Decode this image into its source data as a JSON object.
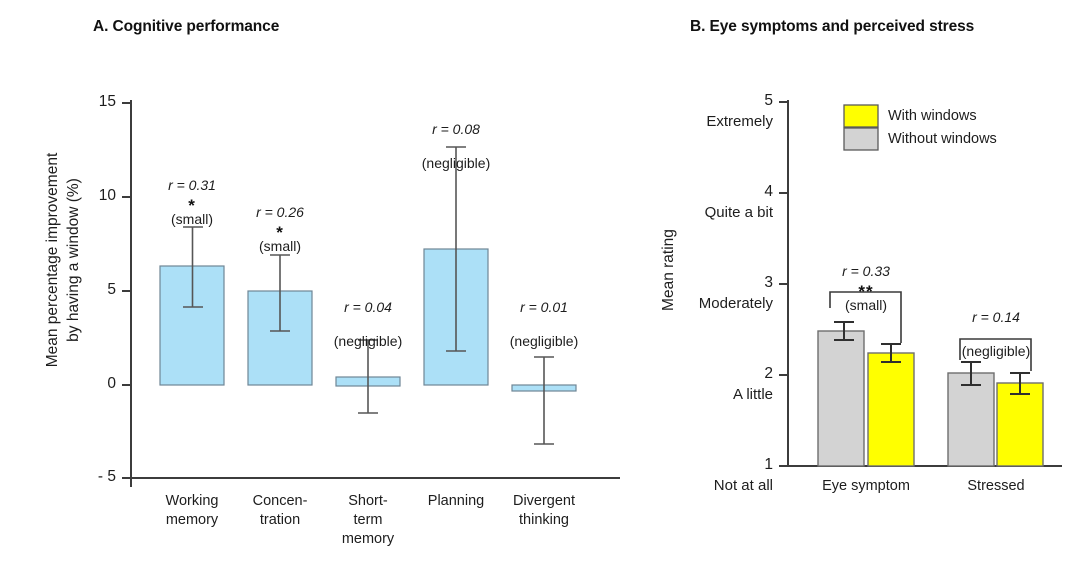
{
  "figure": {
    "panel_a_title": "A. Cognitive performance",
    "panel_b_title": "B. Eye symptoms and perceived stress"
  },
  "panel_a": {
    "y_axis_title": "Mean percentage improvement\nby having a window (%)",
    "y_ticks": [
      "15",
      "10",
      "5",
      "0",
      "- 5"
    ],
    "categories": [
      "Working\nmemory",
      "Concen-\ntration",
      "Short-\nterm\nmemory",
      "Planning",
      "Divergent\nthinking"
    ],
    "annotations": [
      {
        "r": "r = 0.31",
        "size": "(small)",
        "stars": "*"
      },
      {
        "r": "r = 0.26",
        "size": "(small)",
        "stars": "*"
      },
      {
        "r": "r = 0.04",
        "size": "(negligible)",
        "stars": ""
      },
      {
        "r": "r = 0.08",
        "size": "(negligible)",
        "stars": ""
      },
      {
        "r": "r = 0.01",
        "size": "(negligible)",
        "stars": ""
      }
    ]
  },
  "panel_b": {
    "y_axis_title": "Mean rating",
    "y_ticks": [
      "5",
      "4",
      "3",
      "2",
      "1"
    ],
    "scale_words": [
      "Extremely",
      "Quite a bit",
      "Moderately",
      "A little",
      "Not at all"
    ],
    "categories": [
      "Eye symptom",
      "Stressed"
    ],
    "legend": [
      {
        "label": "With windows",
        "color": "#ffff00"
      },
      {
        "label": "Without windows",
        "color": "#d3d3d3"
      }
    ],
    "annotations": [
      {
        "r": "r = 0.33",
        "size": "(small)",
        "stars": "**"
      },
      {
        "r": "r = 0.14",
        "size": "(negligible)",
        "stars": ""
      }
    ]
  },
  "chart_data": [
    {
      "type": "bar",
      "title": "A. Cognitive performance",
      "xlabel": "",
      "ylabel": "Mean percentage improvement by having a window (%)",
      "ylim": [
        -5,
        15
      ],
      "yticks": [
        -5,
        0,
        5,
        10,
        15
      ],
      "grid": false,
      "legend": "none",
      "bar_color": "#ace0f7",
      "categories": [
        "Working memory",
        "Concentration",
        "Short-term memory",
        "Planning",
        "Divergent thinking"
      ],
      "values": [
        6.3,
        5.0,
        0.45,
        7.25,
        -0.25
      ],
      "error_upper": [
        8.4,
        6.9,
        2.4,
        12.65,
        1.5
      ],
      "error_lower": [
        4.15,
        2.85,
        -1.45,
        1.8,
        -3.15
      ],
      "annotations": [
        "r = 0.31 (small) *",
        "r = 0.26 (small) *",
        "r = 0.04 (negligible)",
        "r = 0.08 (negligible)",
        "r = 0.01 (negligible)"
      ],
      "effect_sizes_r": [
        0.31,
        0.26,
        0.04,
        0.08,
        0.01
      ],
      "significance": [
        "*",
        "*",
        "",
        "",
        ""
      ]
    },
    {
      "type": "bar",
      "title": "B. Eye symptoms and perceived stress",
      "xlabel": "",
      "ylabel": "Mean rating",
      "ylim": [
        1,
        5
      ],
      "yticks": [
        1,
        2,
        3,
        4,
        5
      ],
      "ytick_words": [
        "Not at all",
        "A little",
        "Moderately",
        "Quite a bit",
        "Extremely"
      ],
      "grid": false,
      "legend": "top-right",
      "categories": [
        "Eye symptom",
        "Stressed"
      ],
      "series": [
        {
          "name": "Without windows",
          "color": "#d3d3d3",
          "values": [
            2.48,
            2.02
          ],
          "error_upper": [
            2.58,
            2.14
          ],
          "error_lower": [
            2.38,
            1.9
          ]
        },
        {
          "name": "With windows",
          "color": "#ffff00",
          "values": [
            2.24,
            1.91
          ],
          "error_upper": [
            2.34,
            2.01
          ],
          "error_lower": [
            2.15,
            1.81
          ]
        }
      ],
      "annotations": [
        "r = 0.33 (small) **",
        "r = 0.14 (negligible)"
      ],
      "effect_sizes_r": [
        0.33,
        0.14
      ],
      "significance": [
        "**",
        ""
      ]
    }
  ]
}
